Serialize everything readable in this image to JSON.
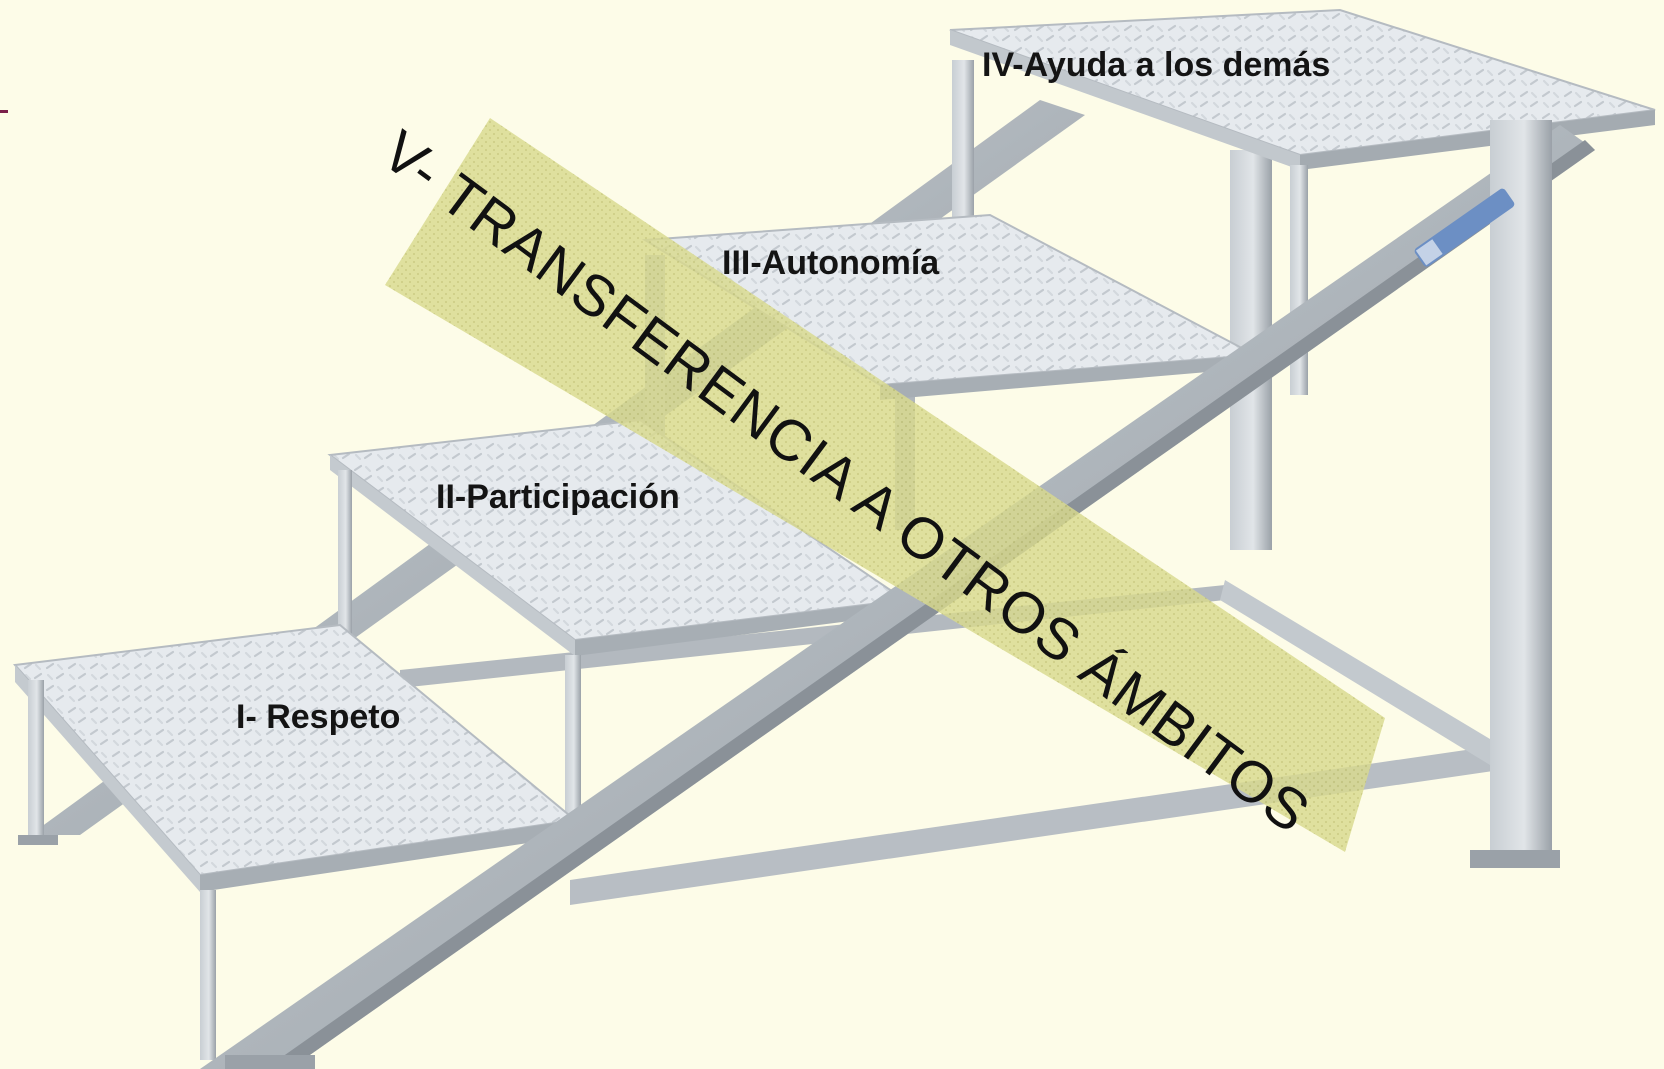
{
  "steps": {
    "step1": "I- Respeto",
    "step2": "II-Participación",
    "step3": "III-Autonomía",
    "step4": "IV-Ayuda a los demás"
  },
  "banner": "V- TRANSFERENCIA A OTROS ÁMBITOS",
  "colors": {
    "background": "#fdfce8",
    "banner_fill": "#d8d98c",
    "metal_light": "#e4e8ec",
    "metal_mid": "#b8bec4",
    "metal_dark": "#8d949b",
    "accent_mark": "#7a1f4a"
  }
}
